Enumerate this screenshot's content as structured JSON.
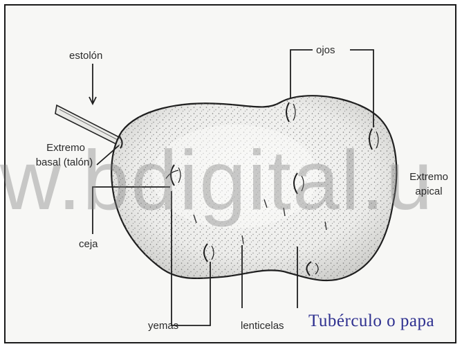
{
  "diagram": {
    "title": "Tubérculo o papa",
    "watermark": "w.bdigital.u",
    "labels": {
      "estolon": "estolón",
      "ojos": "ojos",
      "extremo_basal_line1": "Extremo",
      "extremo_basal_line2": "basal (talón)",
      "extremo_apical_line1": "Extremo",
      "extremo_apical_line2": "apical",
      "ceja": "ceja",
      "yemas": "yemas",
      "lenticelas": "lenticelas"
    }
  }
}
